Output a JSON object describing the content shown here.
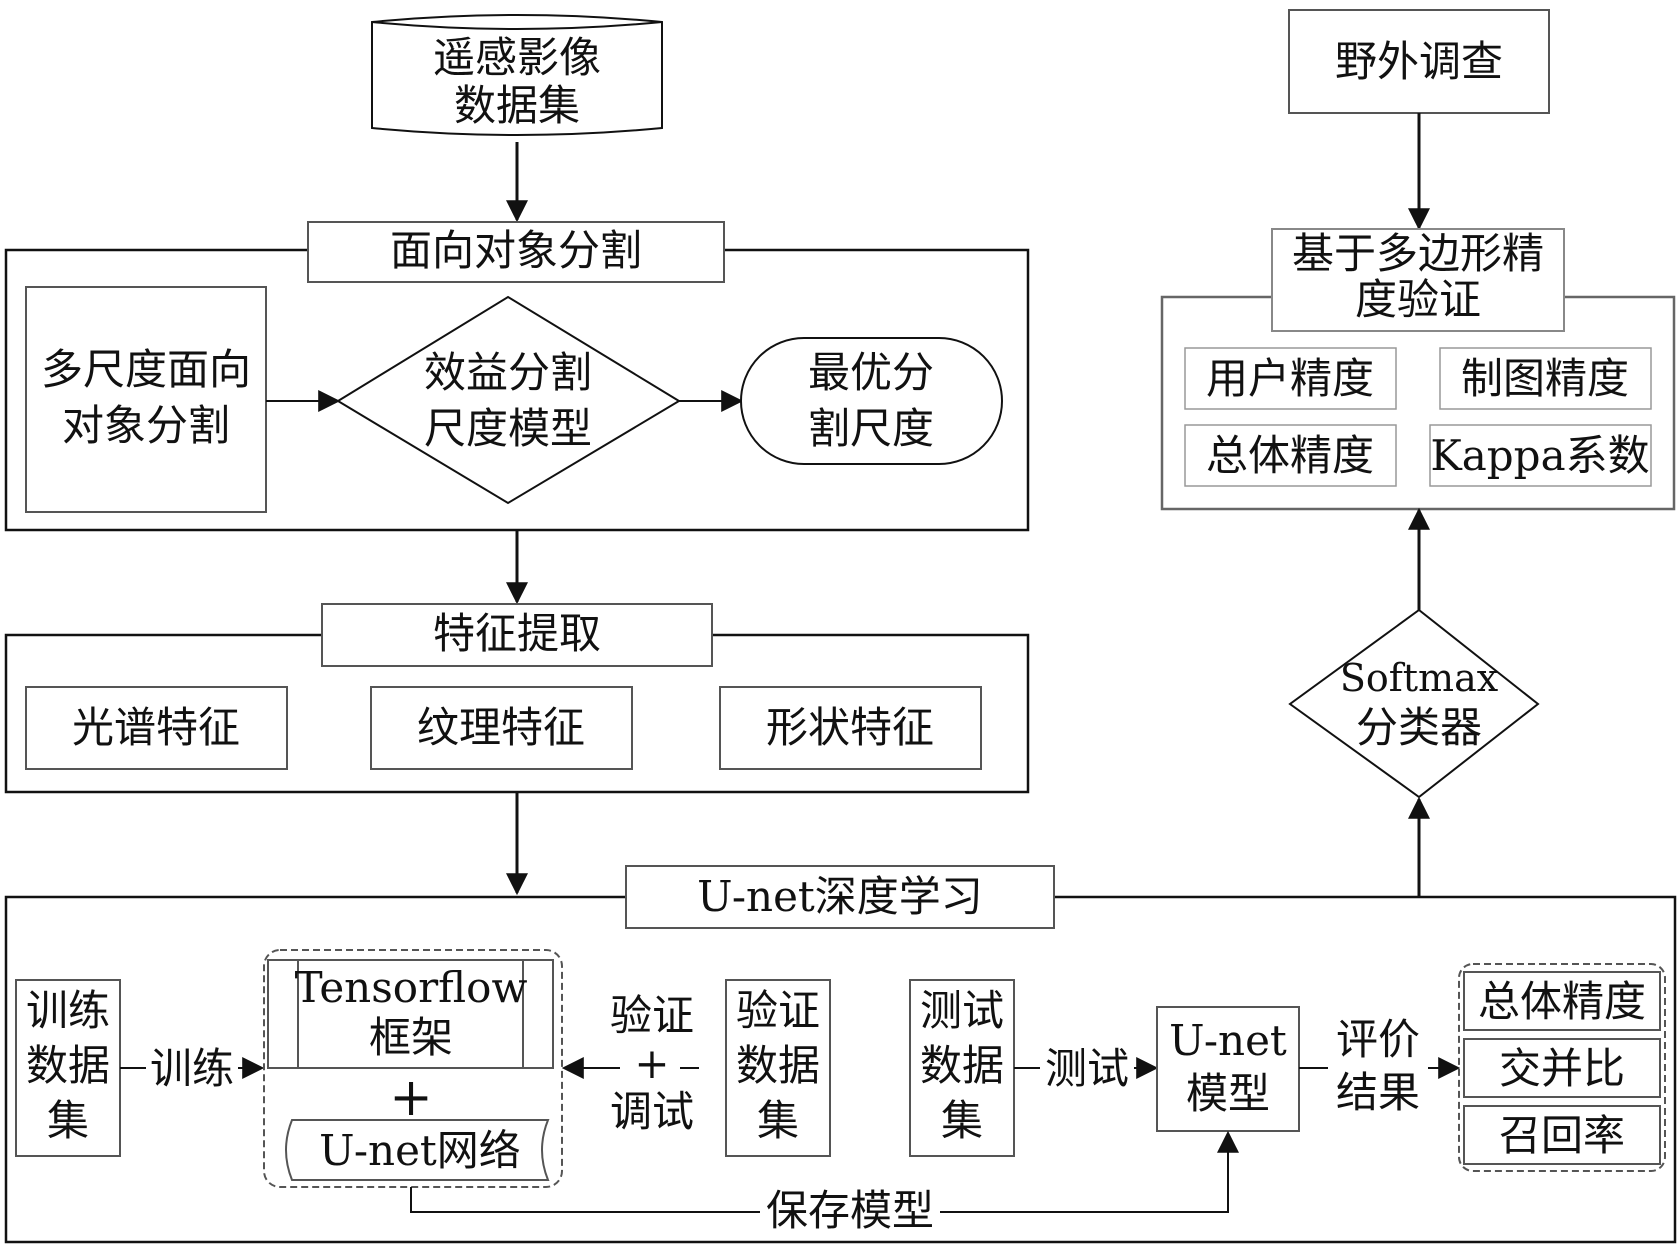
{
  "top_left": {
    "dataset": [
      "遥感影像",
      "数据集"
    ]
  },
  "segmentation": {
    "title": "面向对象分割",
    "multiscale": [
      "多尺度面向",
      "对象分割"
    ],
    "model": [
      "效益分割",
      "尺度模型"
    ],
    "optimal": [
      "最优分",
      "割尺度"
    ]
  },
  "features": {
    "title": "特征提取",
    "items": [
      "光谱特征",
      "纹理特征",
      "形状特征"
    ]
  },
  "unet": {
    "title": "U-net深度学习",
    "train_set": [
      "训练",
      "数据",
      "集"
    ],
    "train_label": "训练",
    "framework": [
      "Tensorflow",
      "框架"
    ],
    "plus": "+",
    "network": "U-net网络",
    "verify_debug": [
      "验证",
      "+",
      "调试"
    ],
    "verify_set": [
      "验证",
      "数据",
      "集"
    ],
    "test_set": [
      "测试",
      "数据",
      "集"
    ],
    "test_label": "测试",
    "model": [
      "U-net",
      "模型"
    ],
    "eval_label": [
      "评价",
      "结果"
    ],
    "results": [
      "总体精度",
      "交并比",
      "召回率"
    ],
    "save_label": "保存模型"
  },
  "right": {
    "field_survey": "野外调查",
    "validation_title": [
      "基于多边形精",
      "度验证"
    ],
    "metrics": [
      "用户精度",
      "制图精度",
      "总体精度",
      "Kappa系数"
    ],
    "classifier": [
      "Softmax",
      "分类器"
    ]
  }
}
